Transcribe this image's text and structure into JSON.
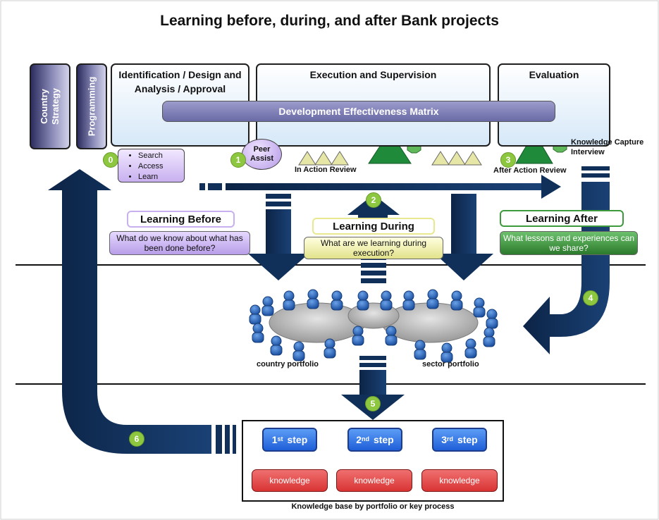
{
  "title": "Learning before, during, and after Bank projects",
  "side_boxes": [
    "Country Strategy",
    "Programming"
  ],
  "phases": {
    "identification": "Identification / Design and Analysis / Approval",
    "execution": "Execution and Supervision",
    "evaluation": "Evaluation"
  },
  "dem_bar": "Development Effectiveness Matrix",
  "badges": [
    "0",
    "1",
    "2",
    "3",
    "4",
    "5",
    "6"
  ],
  "search_list": [
    "Search",
    "Access",
    "Learn"
  ],
  "peer_assist": "Peer Assist",
  "in_action_review": "In Action Review",
  "after_action_review": "After Action Review",
  "knowledge_capture": "Knowledge Capture Interview",
  "learning_before": {
    "title": "Learning Before",
    "question": "What do we know about what has been done before?"
  },
  "learning_during": {
    "title": "Learning During",
    "question": "What are we learning during execution?"
  },
  "learning_after": {
    "title": "Learning After",
    "question": "What lessons and experiences can we share?"
  },
  "portfolio_labels": {
    "country": "country portfolio",
    "sector": "sector portfolio"
  },
  "steps": [
    {
      "num": "1",
      "sup": "st",
      "word": "step"
    },
    {
      "num": "2",
      "sup": "nd",
      "word": "step"
    },
    {
      "num": "3",
      "sup": "rd",
      "word": "step"
    }
  ],
  "knowledge": [
    "knowledge",
    "knowledge",
    "knowledge"
  ],
  "kb_caption": "Knowledge base by portfolio or key process",
  "colors": {
    "arrow_navy": "#10305a",
    "badge_green": "#8dc63f",
    "purple": "#b69ae6",
    "learning_after_green": "#3d9a3d",
    "step_blue": "#1f5fd8",
    "knowledge_red": "#d93434",
    "triangle_green": "#1f8a3a",
    "triangle_pale": "#e6e6a6"
  }
}
